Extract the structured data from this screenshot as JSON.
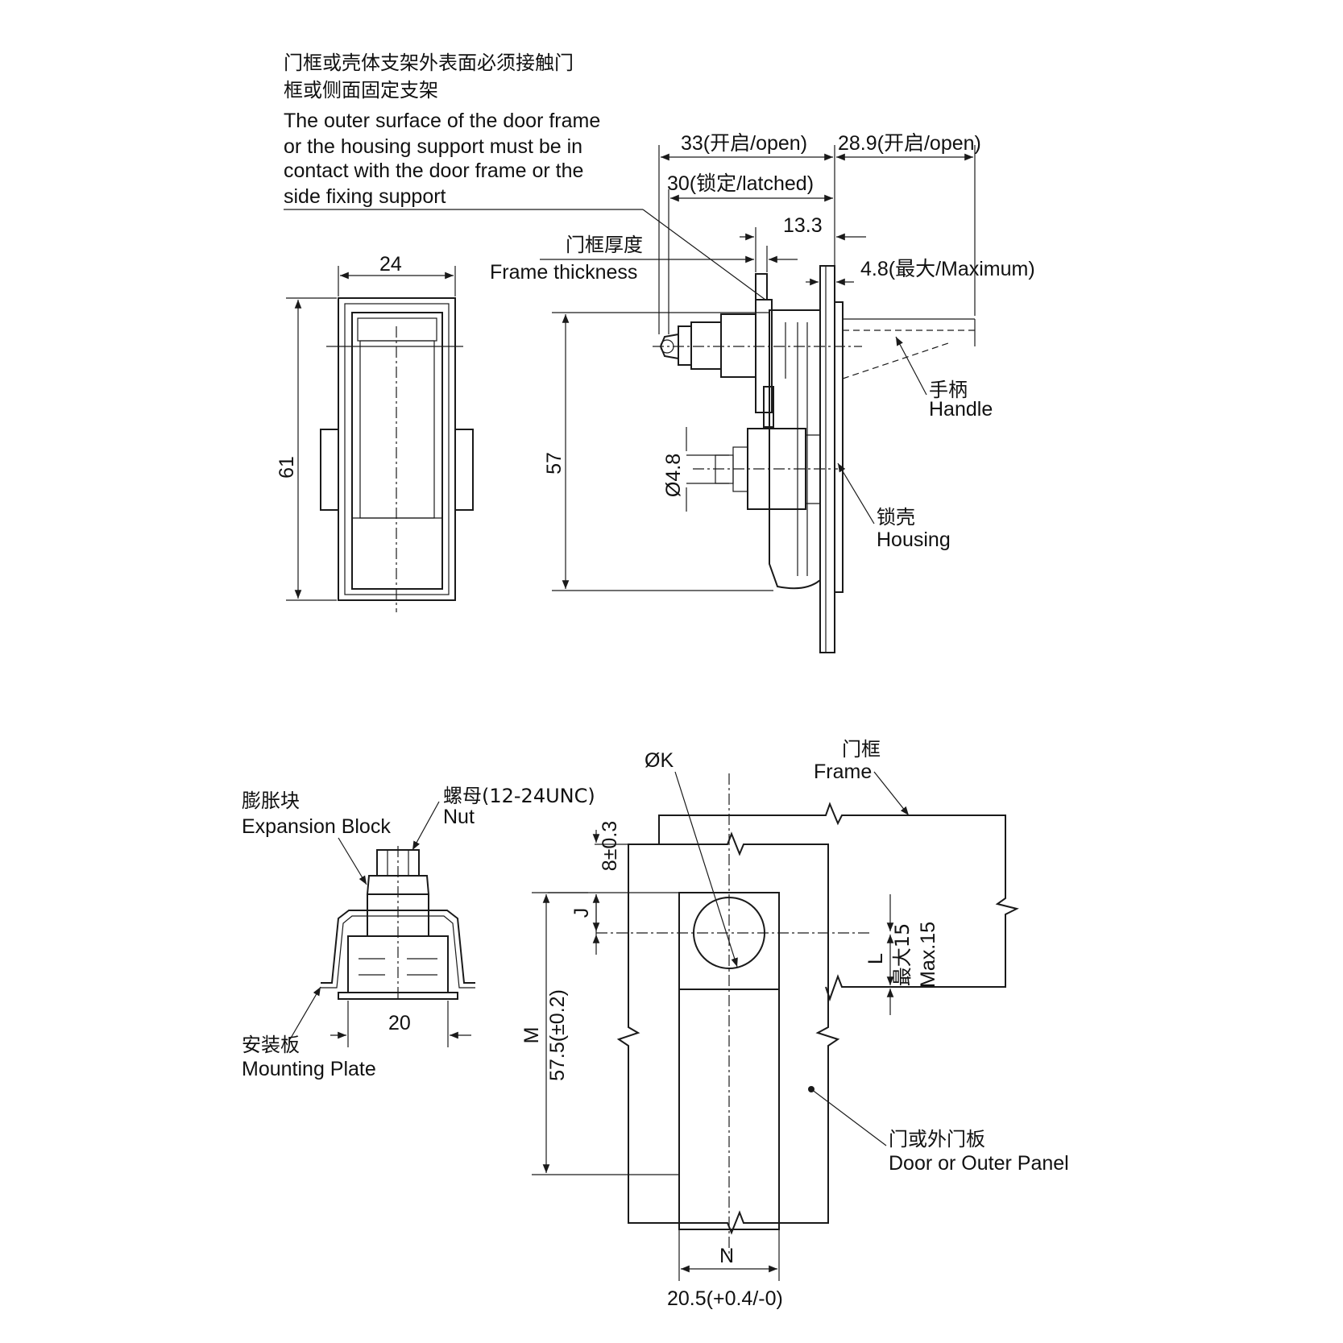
{
  "note": {
    "cn_line1": "门框或壳体支架外表面必须接触门",
    "cn_line2": "框或侧面固定支架",
    "en_line1": "The outer surface of the door frame",
    "en_line2": "or the housing support must be in",
    "en_line3": "contact with the door frame or the",
    "en_line4": "side fixing support"
  },
  "front_view": {
    "width_dim": "24",
    "height_dim": "61"
  },
  "side_view": {
    "dim_open_33": "33(开启/open)",
    "dim_open_28": "28.9(开启/open)",
    "dim_latched_30": "30(锁定/latched)",
    "dim_13_3": "13.3",
    "frame_thickness_cn": "门框厚度",
    "frame_thickness_en": "Frame thickness",
    "dim_max_4_8": "4.8(最大/Maximum)",
    "dim_57": "57",
    "dim_dia_4_8": "Ø4.8",
    "handle_cn": "手柄",
    "handle_en": "Handle",
    "housing_cn": "锁壳",
    "housing_en": "Housing"
  },
  "section_view": {
    "expansion_cn": "膨胀块",
    "expansion_en": "Expansion Block",
    "nut_cn": "螺母(12-24UNC)",
    "nut_en": "Nut",
    "dim_20": "20",
    "plate_cn": "安装板",
    "plate_en": "Mounting Plate"
  },
  "cutout_view": {
    "dia_k": "ØK",
    "frame_cn": "门框",
    "frame_en": "Frame",
    "dim_8": "8±0.3",
    "dim_j": "J",
    "dim_l": "L",
    "max_cn": "最大15",
    "max_en": "Max.15",
    "dim_m": "M",
    "dim_57_5": "57.5(±0.2)",
    "panel_cn": "门或外门板",
    "panel_en": "Door or Outer Panel",
    "dim_n": "N",
    "dim_20_5": "20.5(+0.4/-0)"
  }
}
